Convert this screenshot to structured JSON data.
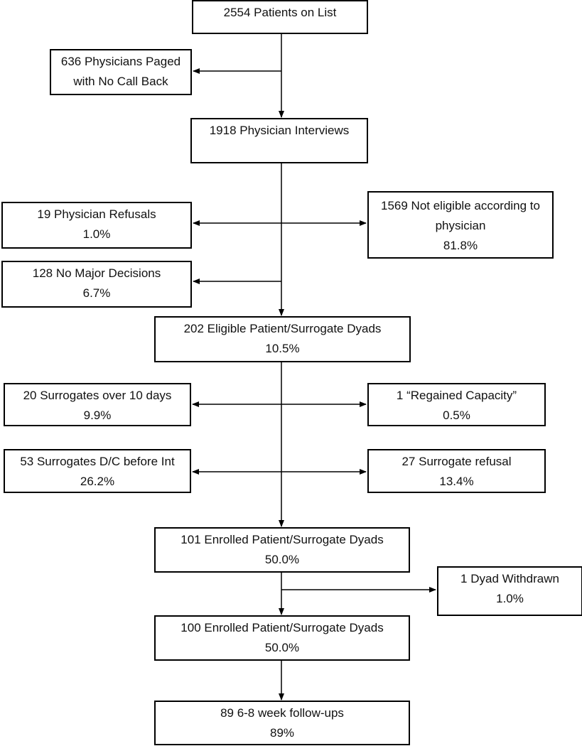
{
  "boxes": {
    "patients_list": {
      "line1": "2554 Patients on List"
    },
    "physicians_paged": {
      "line1": "636 Physicians Paged",
      "line2": "with No Call Back"
    },
    "physician_interviews": {
      "line1": "1918 Physician Interviews"
    },
    "physician_refusals": {
      "line1": "19 Physician Refusals",
      "line2": "1.0%"
    },
    "not_eligible": {
      "line1": "1569 Not eligible according to",
      "line2": "physician",
      "line3": "81.8%"
    },
    "no_major_decisions": {
      "line1": "128 No Major Decisions",
      "line2": "6.7%"
    },
    "eligible_dyads": {
      "line1": "202 Eligible Patient/Surrogate Dyads",
      "line2": "10.5%"
    },
    "surrogates_over_10_days": {
      "line1": "20 Surrogates over 10 days",
      "line2": "9.9%"
    },
    "regained_capacity": {
      "line1": "1 “Regained Capacity”",
      "line2": "0.5%"
    },
    "surrogates_dc": {
      "line1": "53 Surrogates D/C before Int",
      "line2": "26.2%"
    },
    "surrogate_refusal": {
      "line1": "27 Surrogate refusal",
      "line2": "13.4%"
    },
    "enrolled_101": {
      "line1": "101 Enrolled Patient/Surrogate Dyads",
      "line2": "50.0%"
    },
    "dyad_withdrawn": {
      "line1": "1 Dyad Withdrawn",
      "line2": "1.0%"
    },
    "enrolled_100": {
      "line1": "100 Enrolled Patient/Surrogate Dyads",
      "line2": "50.0%"
    },
    "follow_ups": {
      "line1": "89 6-8 week follow-ups",
      "line2": "89%"
    }
  }
}
